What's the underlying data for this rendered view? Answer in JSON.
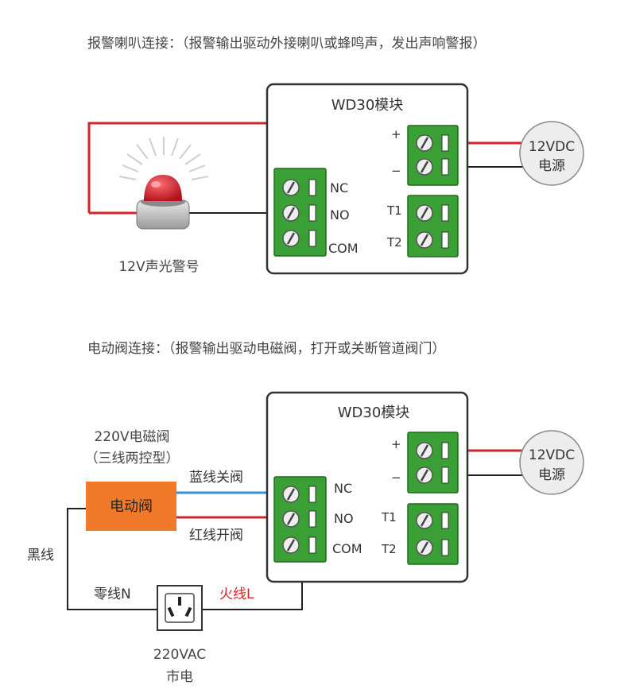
{
  "section1": {
    "heading": "报警喇叭连接：（报警输出驱动外接喇叭或蜂鸣声，发出声响警报）",
    "module_title": "WD30模块",
    "power_line1": "12VDC",
    "power_line2": "电源",
    "plus": "+",
    "minus": "−",
    "nc": "NC",
    "no": "NO",
    "com": "COM",
    "t1": "T1",
    "t2": "T2",
    "device_label": "12V声光警号"
  },
  "section2": {
    "heading": "电动阀连接：（报警输出驱动电磁阀，打开或关断管道阀门）",
    "module_title": "WD30模块",
    "power_line1": "12VDC",
    "power_line2": "电源",
    "plus": "+",
    "minus": "−",
    "nc": "NC",
    "no": "NO",
    "com": "COM",
    "t1": "T1",
    "t2": "T2",
    "valve_title1": "220V电磁阀",
    "valve_title2": "（三线两控型）",
    "valve_box": "电动阀",
    "blue_wire": "蓝线关阀",
    "red_wire": "红线开阀",
    "black_wire": "黑线",
    "neutral_wire": "零线N",
    "live_wire": "火线L",
    "mains_line1": "220VAC",
    "mains_line2": "市电"
  },
  "colors": {
    "wire_red": "#d6232a",
    "wire_blue": "#3a8fd6",
    "wire_black": "#222222",
    "terminal_green": "#3aa035",
    "valve_orange": "#f07a2a",
    "live_label": "#d6232a"
  },
  "icons": [
    "alarm-siren-icon",
    "power-outlet-icon",
    "screw-terminal-icon"
  ]
}
